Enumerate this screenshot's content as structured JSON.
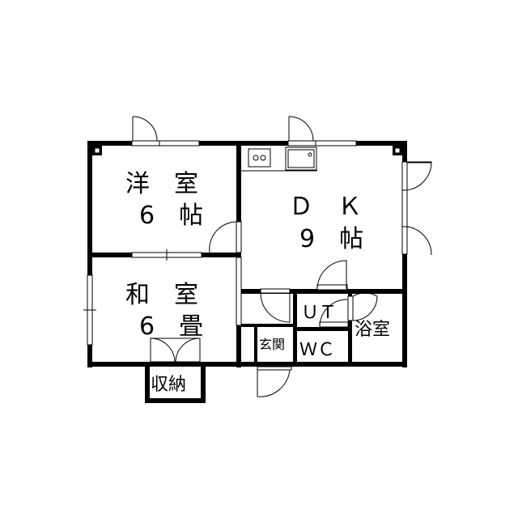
{
  "rooms": {
    "western_room": {
      "name": "洋　室",
      "size": "6　帖"
    },
    "japanese_room": {
      "name": "和　室",
      "size": "6　畳"
    },
    "dk": {
      "name": "Ｄ　Ｋ",
      "size": "9　帖"
    },
    "ut": "ＵＴ",
    "wc": "ＷＣ",
    "bath": "浴室",
    "entrance": "玄関",
    "storage": "収納"
  }
}
